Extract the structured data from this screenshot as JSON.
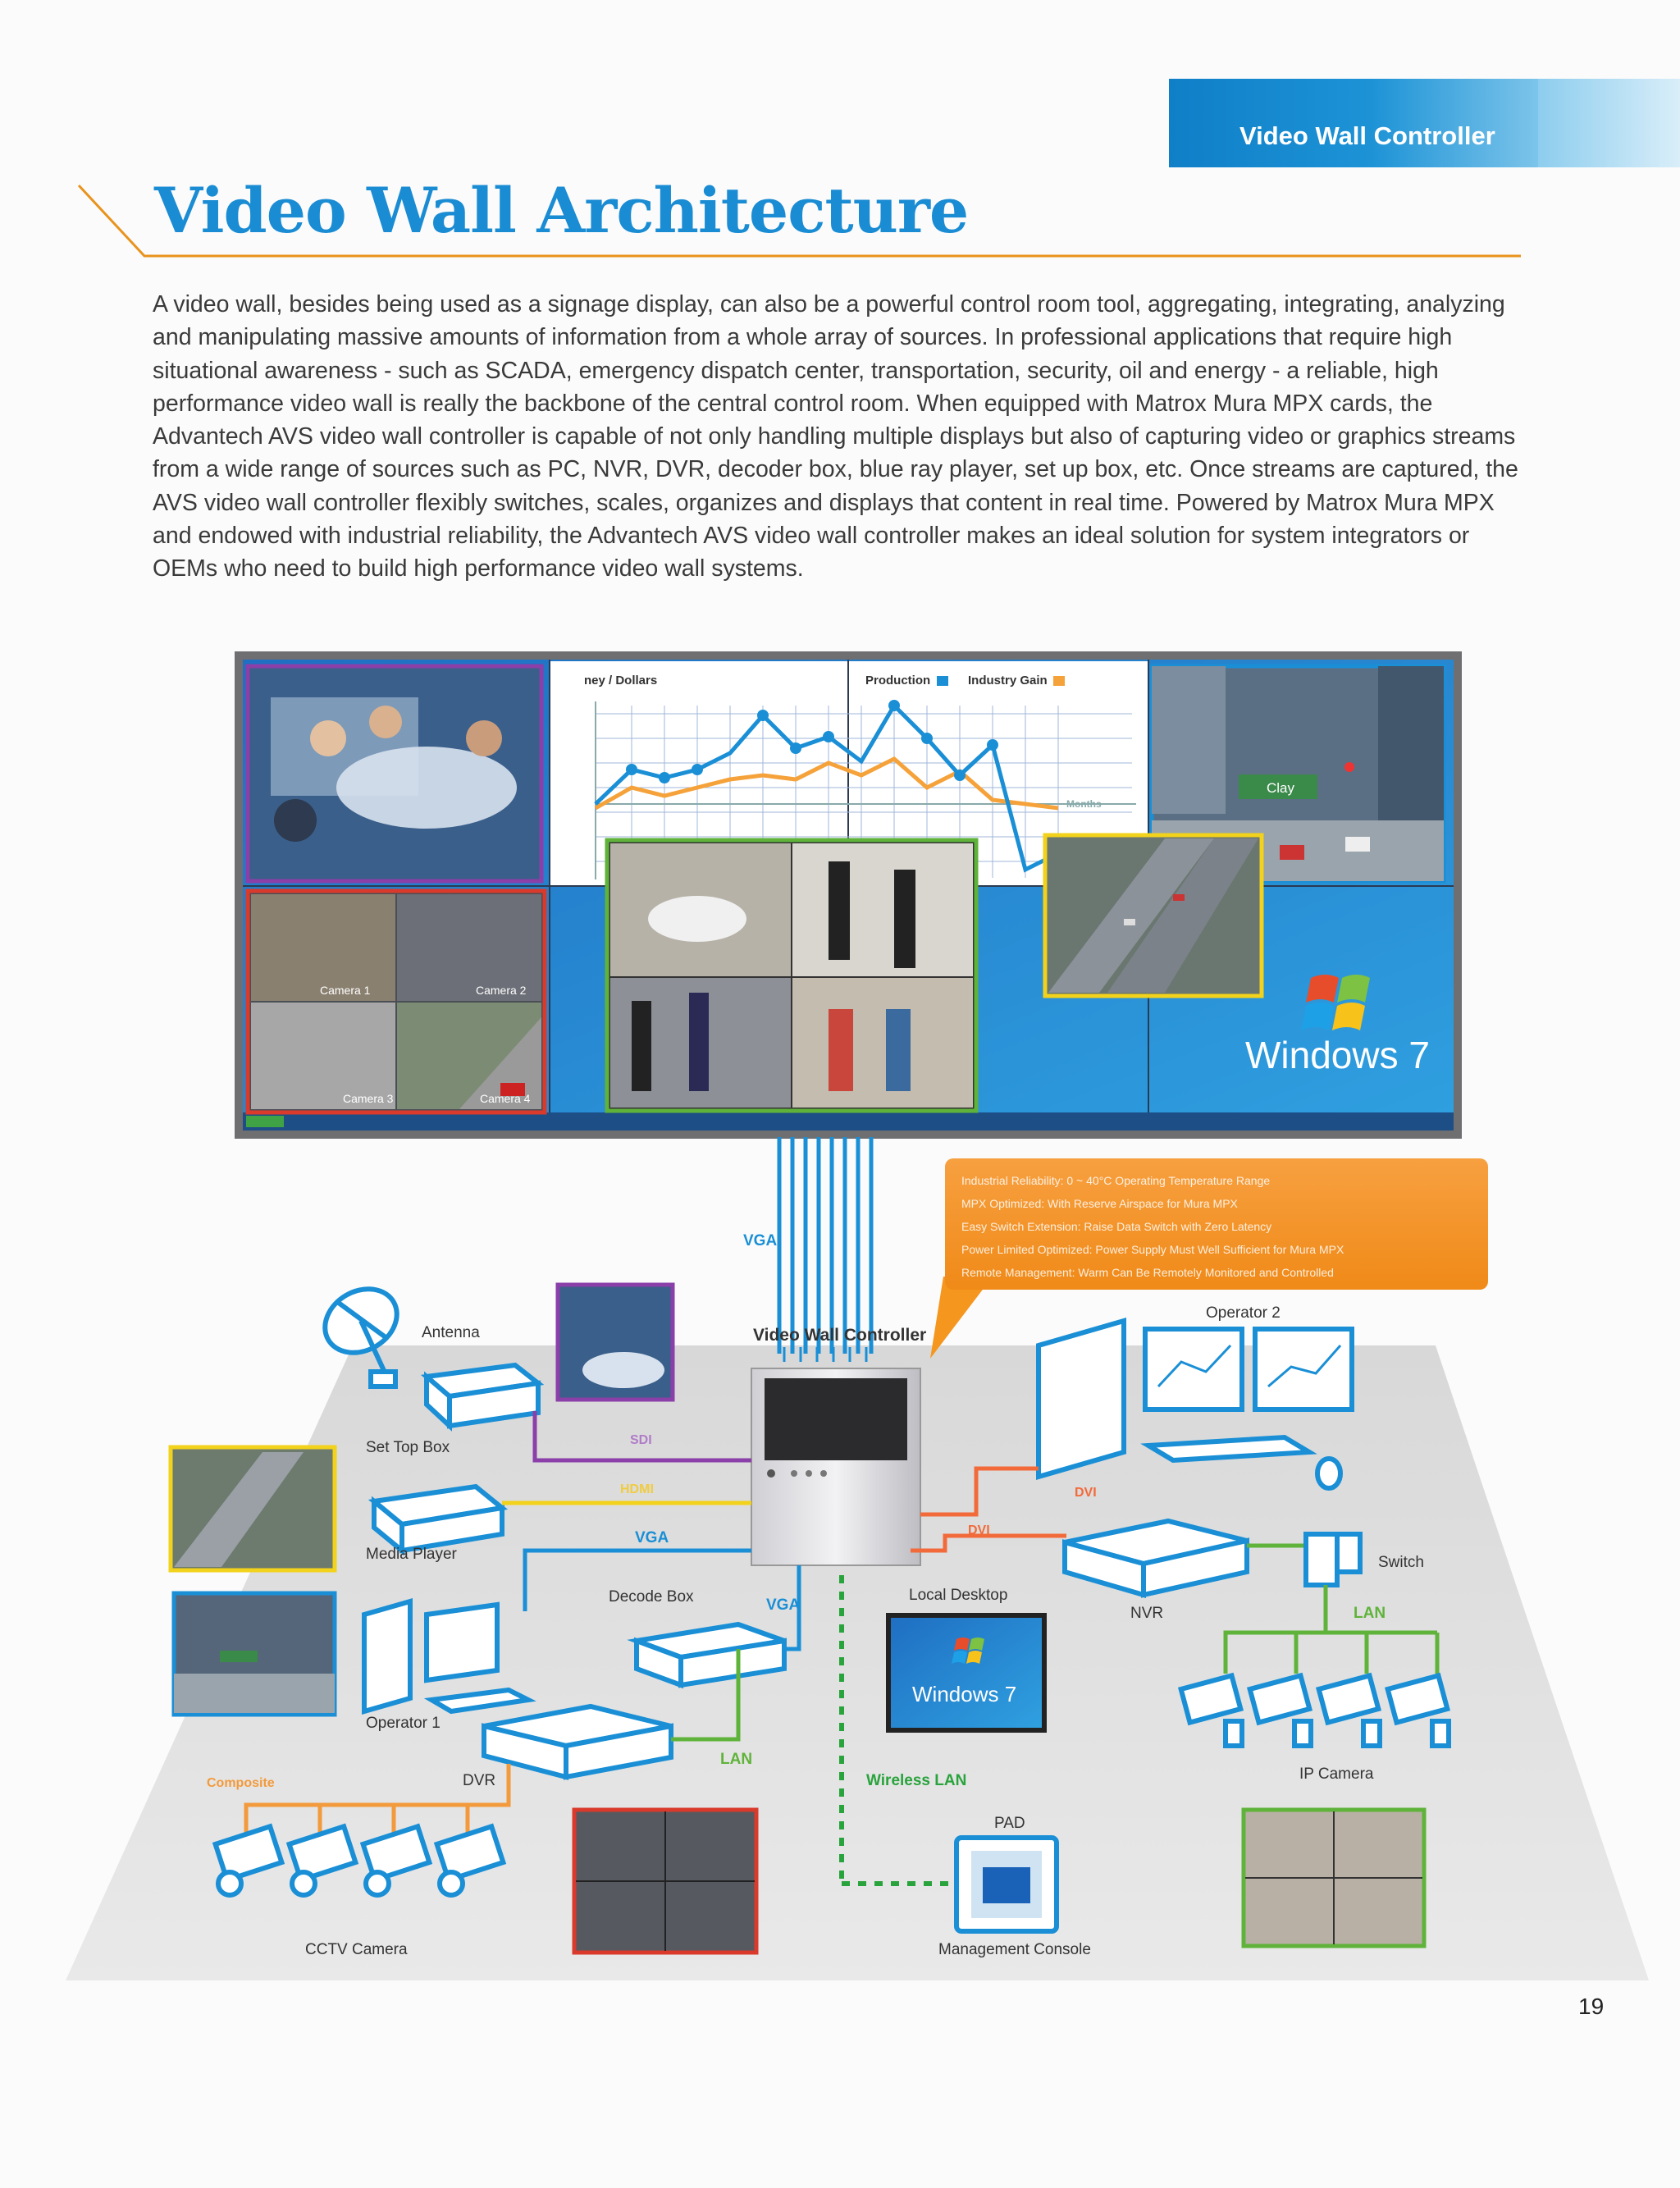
{
  "section_tab": "Video Wall Controller",
  "title": "Video Wall Architecture",
  "intro": "A video wall, besides being used as a signage display, can also be a powerful control room tool, aggregating, integrating, analyzing and manipulating massive amounts of information from a whole array of sources. In professional applications that require high situational awareness - such as SCADA, emergency dispatch center, transportation, security, oil and energy - a reliable, high performance video wall is really the backbone of the central control room. When equipped with Matrox Mura MPX cards, the Advantech AVS video wall controller is capable of not only handling multiple displays but also of capturing video or graphics streams from a wide range of sources such as PC, NVR, DVR, decoder box, blue ray player, set up box, etc. Once streams are captured, the AVS video wall controller flexibly switches, scales, organizes and displays that content in real time. Powered by Matrox Mura MPX and endowed with industrial reliability, the Advantech AVS video wall controller makes an ideal solution for  system integrators or OEMs who need to build high performance video wall systems.",
  "page_number": "19",
  "wall": {
    "chart_title": "ney / Dollars",
    "legend_production": "Production",
    "legend_industry": "Industry Gain",
    "months_label": "Months",
    "street_sign": "Clay",
    "windows_label": "Windows 7",
    "camera_labels": [
      "Camera 1",
      "Camera 2",
      "Camera 3",
      "Camera 4"
    ],
    "colors": {
      "purple": "#8b3fa8",
      "red": "#d93a2b",
      "green": "#5fb33a",
      "yellow": "#f2d21a",
      "blue": "#1a8fd6"
    }
  },
  "diagram": {
    "vga_top": "VGA",
    "controller_label": "Video Wall Controller",
    "antenna": "Antenna",
    "set_top_box": "Set Top Box",
    "sdi": "SDI",
    "media_player": "Media Player",
    "hdmi": "HDMI",
    "vga_media": "VGA",
    "decode_box": "Decode Box",
    "vga_decode": "VGA",
    "operator1": "Operator 1",
    "dvr": "DVR",
    "lan_dvr": "LAN",
    "composite": "Composite",
    "cctv_camera": "CCTV Camera",
    "local_desktop": "Local Desktop",
    "windows_small": "Windows 7",
    "wireless_lan": "Wireless LAN",
    "pad": "PAD",
    "management_console": "Management Console",
    "operator2": "Operator 2",
    "dvi_top": "DVI",
    "dvi_nvr": "DVI",
    "nvr": "NVR",
    "switch": "Switch",
    "lan_switch": "LAN",
    "ip_camera": "IP Camera",
    "callout_items": [
      "Industrial Reliability: 0 ~ 40°C Operating Temperature Range",
      "MPX Optimized: With Reserve Airspace for Mura MPX",
      "Easy Switch Extension: Raise Data Switch with Zero Latency",
      "Power Limited Optimized: Power Supply Must Well Sufficient for Mura MPX",
      "Remote Management: Warm Can Be Remotely Monitored and Controlled"
    ]
  }
}
